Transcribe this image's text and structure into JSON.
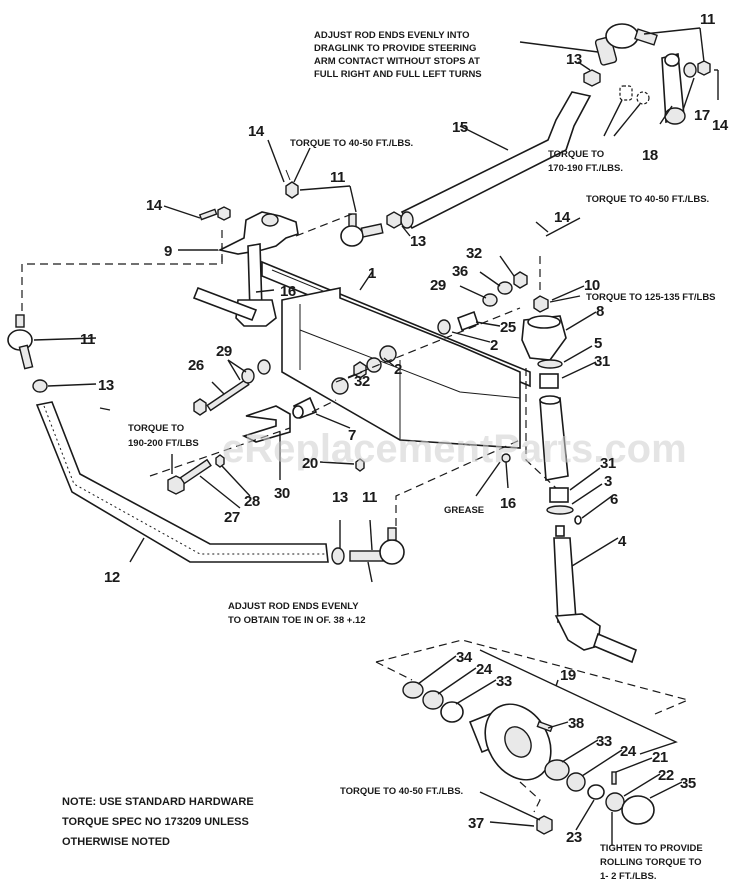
{
  "diagram": {
    "title": "Front Axle / Steering Linkage Exploded View",
    "watermark": "eReplacementParts.com",
    "notes": {
      "draglink_adjust": [
        "ADJUST ROD ENDS EVENLY INTO",
        "DRAGLINK TO PROVIDE STEERING",
        "ARM CONTACT WITHOUT  STOPS AT",
        "FULL RIGHT  AND FULL LEFT TURNS"
      ],
      "torque_40_50_top": "TORQUE TO 40-50 FT./LBS.",
      "torque_170_190": [
        "TORQUE TO",
        "170-190 FT./LBS."
      ],
      "torque_40_50_right": "TORQUE TO 40-50 FT./LBS.",
      "torque_125_135": "TORQUE TO 125-135 FT/LBS",
      "torque_190_200": [
        "TORQUE TO",
        "190-200 FT/LBS"
      ],
      "grease": "GREASE",
      "toe_in_adjust": [
        "ADJUST ROD ENDS EVENLY",
        "TO OBTAIN   TOE IN OF. 38 +.12"
      ],
      "torque_40_50_hub": "TORQUE TO 40-50 FT./LBS.",
      "rolling_torque": [
        "TIGHTEN TO PROVIDE",
        "ROLLING TORQUE TO",
        "1- 2 FT./LBS."
      ],
      "standard_hardware": [
        "NOTE:  USE STANDARD HARDWARE",
        "TORQUE SPEC  NO  173209 UNLESS",
        "OTHERWISE NOTED"
      ]
    },
    "callouts": [
      {
        "id": "c11a",
        "label": "11"
      },
      {
        "id": "c13a",
        "label": "13"
      },
      {
        "id": "c17",
        "label": "17"
      },
      {
        "id": "c14a",
        "label": "14"
      },
      {
        "id": "c18",
        "label": "18"
      },
      {
        "id": "c15",
        "label": "15"
      },
      {
        "id": "c14b",
        "label": "14"
      },
      {
        "id": "c11b",
        "label": "11"
      },
      {
        "id": "c14c",
        "label": "14"
      },
      {
        "id": "c9",
        "label": "9"
      },
      {
        "id": "c13b",
        "label": "13"
      },
      {
        "id": "c14d",
        "label": "14"
      },
      {
        "id": "c1",
        "label": "1"
      },
      {
        "id": "c32a",
        "label": "32"
      },
      {
        "id": "c36",
        "label": "36"
      },
      {
        "id": "c29a",
        "label": "29"
      },
      {
        "id": "c10",
        "label": "10"
      },
      {
        "id": "c8",
        "label": "8"
      },
      {
        "id": "c25",
        "label": "25"
      },
      {
        "id": "c2a",
        "label": "2"
      },
      {
        "id": "c16a",
        "label": "16"
      },
      {
        "id": "c11c",
        "label": "11"
      },
      {
        "id": "c13c",
        "label": "13"
      },
      {
        "id": "c5",
        "label": "5"
      },
      {
        "id": "c31a",
        "label": "31"
      },
      {
        "id": "c26",
        "label": "26"
      },
      {
        "id": "c29b",
        "label": "29"
      },
      {
        "id": "c2b",
        "label": "2"
      },
      {
        "id": "c32b",
        "label": "32"
      },
      {
        "id": "c7",
        "label": "7"
      },
      {
        "id": "c20",
        "label": "20"
      },
      {
        "id": "c28",
        "label": "28"
      },
      {
        "id": "c27",
        "label": "27"
      },
      {
        "id": "c30",
        "label": "30"
      },
      {
        "id": "c16b",
        "label": "16"
      },
      {
        "id": "c31b",
        "label": "31"
      },
      {
        "id": "c3",
        "label": "3"
      },
      {
        "id": "c6",
        "label": "6"
      },
      {
        "id": "c4",
        "label": "4"
      },
      {
        "id": "c12",
        "label": "12"
      },
      {
        "id": "c13d",
        "label": "13"
      },
      {
        "id": "c11d",
        "label": "11"
      },
      {
        "id": "c19",
        "label": "19"
      },
      {
        "id": "c34",
        "label": "34"
      },
      {
        "id": "c24a",
        "label": "24"
      },
      {
        "id": "c33a",
        "label": "33"
      },
      {
        "id": "c38",
        "label": "38"
      },
      {
        "id": "c33b",
        "label": "33"
      },
      {
        "id": "c24b",
        "label": "24"
      },
      {
        "id": "c21",
        "label": "21"
      },
      {
        "id": "c22",
        "label": "22"
      },
      {
        "id": "c35",
        "label": "35"
      },
      {
        "id": "c23",
        "label": "23"
      },
      {
        "id": "c37",
        "label": "37"
      }
    ]
  }
}
